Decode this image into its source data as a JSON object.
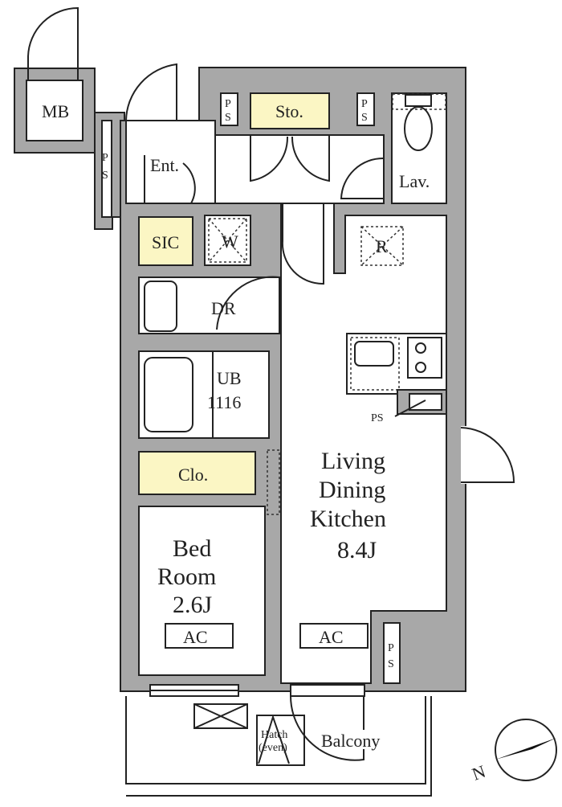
{
  "plan": {
    "mb": "MB",
    "ps": "PS",
    "ps_p": "P",
    "ps_s": "S",
    "entrance": "Ent.",
    "storage": "Sto.",
    "lavatory": "Lav.",
    "sic": "SIC",
    "washer": "W",
    "fridge": "R",
    "dressing_room": "DR",
    "unit_bath": [
      "UB",
      "1116"
    ],
    "closet": "Clo.",
    "bedroom": [
      "Bed",
      "Room",
      "2.6J"
    ],
    "ldk": [
      "Living",
      "Dining",
      "Kitchen",
      "8.4J"
    ],
    "ac": "AC",
    "hatch": [
      "Hatch",
      "(even)"
    ],
    "balcony": "Balcony",
    "compass_north": "N"
  },
  "colors": {
    "wall": "#a8a8a8",
    "storage_fill": "#fbf6c4"
  }
}
